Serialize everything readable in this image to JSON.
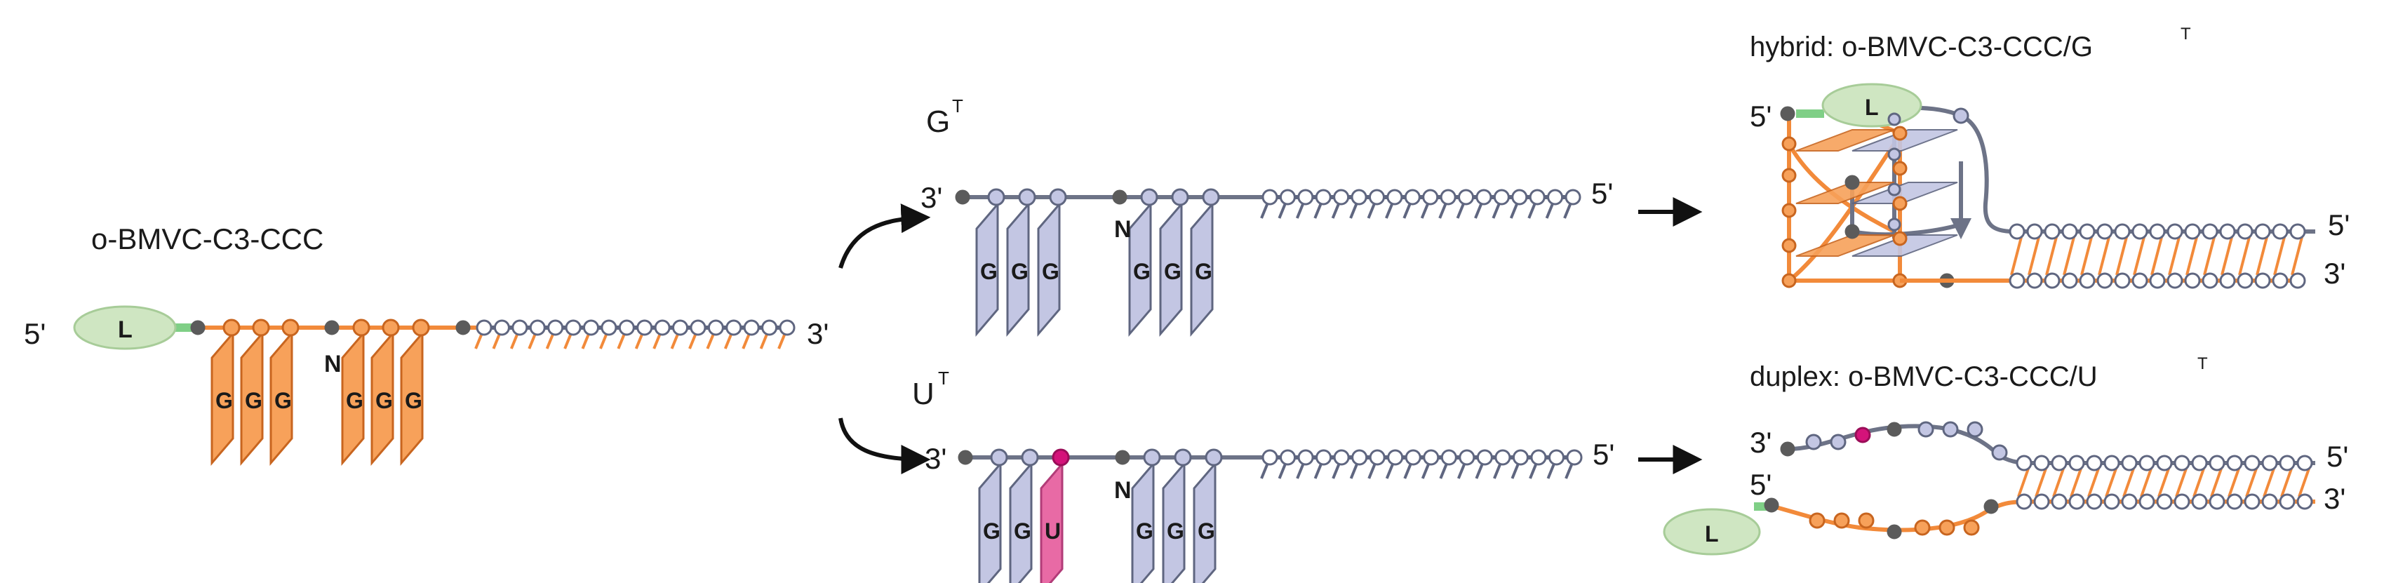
{
  "colors": {
    "strand_gray": "#6d7387",
    "node_fill": "#c3c6e3",
    "node_stroke": "#5f6680",
    "orange": "#f28a3a",
    "orange_fill": "#f7a15a",
    "orange_dark": "#c8651f",
    "pink": "#e86aa5",
    "magenta": "#d4137a",
    "dark_node": "#5b5b5b",
    "ligand_fill": "#cfe6c2",
    "ligand_stroke": "#a7cc98",
    "ligand_linker": "#7fcf86",
    "arrow": "#111111"
  },
  "probe": {
    "title": "o-BMVC-C3-CCC",
    "five_prime": "5'",
    "three_prime": "3'",
    "ligand": "L",
    "bases": [
      "G",
      "G",
      "G",
      "N",
      "G",
      "G",
      "G"
    ]
  },
  "gt_target": {
    "title": "G",
    "sup": "T",
    "three_prime": "3'",
    "five_prime": "5'",
    "bases": [
      "G",
      "G",
      "G",
      "N",
      "G",
      "G",
      "G"
    ]
  },
  "ut_target": {
    "title": "U",
    "sup": "T",
    "three_prime": "3'",
    "five_prime": "5'",
    "bases": [
      "G",
      "G",
      "U",
      "N",
      "G",
      "G",
      "G"
    ]
  },
  "hybrid": {
    "title": "hybrid: o-BMVC-C3-CCC/G",
    "sup": "T",
    "ligand": "L",
    "five_prime_left": "5'",
    "five_prime_right": "5'",
    "three_prime_right": "3'"
  },
  "duplex": {
    "title": "duplex:  o-BMVC-C3-CCC/U",
    "sup": "T",
    "ligand": "L",
    "three_prime_left": "3'",
    "five_prime_left": "5'",
    "five_prime_right": "5'",
    "three_prime_right": "3'"
  }
}
